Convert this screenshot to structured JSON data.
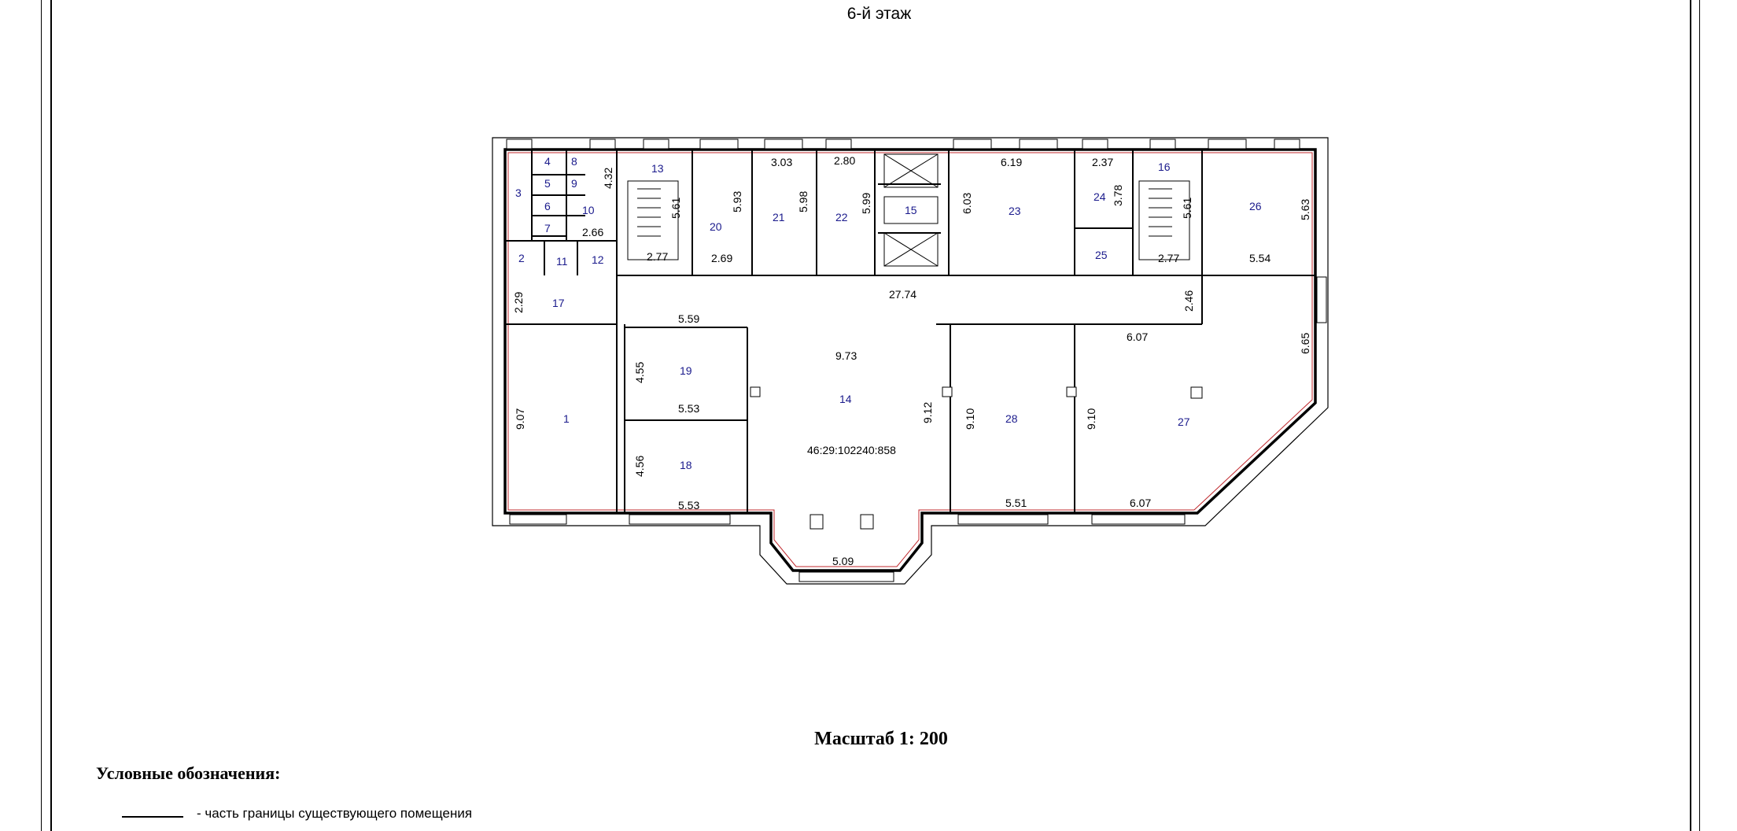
{
  "floor_title": "6-й этаж",
  "scale": "Масштаб 1: 200",
  "legend": {
    "title": "Условные обозначения:",
    "item": "- часть границы существующего помещения"
  },
  "cadastral_number": "46:29:102240:858",
  "rooms": [
    "1",
    "2",
    "3",
    "4",
    "5",
    "6",
    "7",
    "8",
    "9",
    "10",
    "11",
    "12",
    "13",
    "14",
    "15",
    "16",
    "17",
    "18",
    "19",
    "20",
    "21",
    "22",
    "23",
    "24",
    "25",
    "26",
    "27",
    "28"
  ],
  "dimensions": [
    "4.32",
    "2.66",
    "5.61",
    "2.77",
    "5.93",
    "2.69",
    "3.03",
    "5.98",
    "2.80",
    "5.99",
    "6.03",
    "6.19",
    "2.37",
    "3.78",
    "5.61",
    "2.77",
    "5.63",
    "5.54",
    "27.74",
    "2.29",
    "2.46",
    "5.59",
    "9.73",
    "4.55",
    "5.53",
    "6.07",
    "6.65",
    "9.07",
    "9.12",
    "9.10",
    "9.10",
    "4.56",
    "5.53",
    "5.51",
    "6.07",
    "5.09"
  ]
}
